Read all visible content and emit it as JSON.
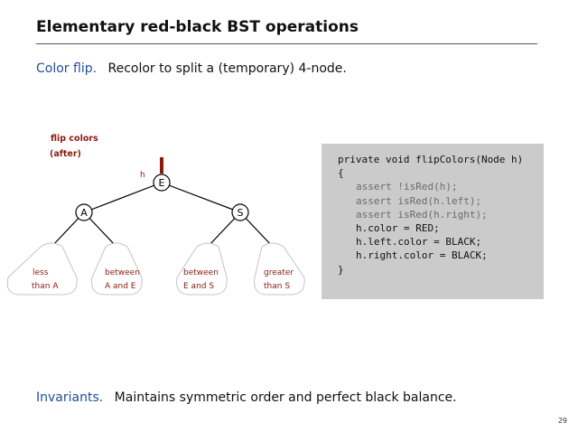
{
  "slide": {
    "title": "Elementary red-black BST operations",
    "subtitle_lead": "Color flip.",
    "subtitle_text": "Recolor to split a (temporary) 4-node.",
    "footer_lead": "Invariants.",
    "footer_text": "Maintains symmetric order and perfect black balance.",
    "page_number": "29"
  },
  "diagram": {
    "caption_line1": "flip colors",
    "caption_line2": "(after)",
    "pointer_label": "h",
    "nodes": {
      "root": "E",
      "left": "A",
      "right": "S"
    },
    "subtrees": [
      {
        "line1": "less",
        "line2": "than A"
      },
      {
        "line1": "between",
        "line2": "A and E"
      },
      {
        "line1": "between",
        "line2": "E and S"
      },
      {
        "line1": "greater",
        "line2": "than S"
      }
    ],
    "colors": {
      "red_link": "#8b1a0e",
      "caption": "#8b1a0e",
      "subtree_text": "#8b1a0e"
    }
  },
  "code": {
    "signature": "private void flipColors(Node h)",
    "open_brace": "{",
    "asserts": [
      "assert !isRed(h);",
      "assert isRed(h.left);",
      "assert isRed(h.right);"
    ],
    "statements": [
      "h.color = RED;",
      "h.left.color = BLACK;",
      "h.right.color = BLACK;"
    ],
    "close_brace": "}"
  }
}
